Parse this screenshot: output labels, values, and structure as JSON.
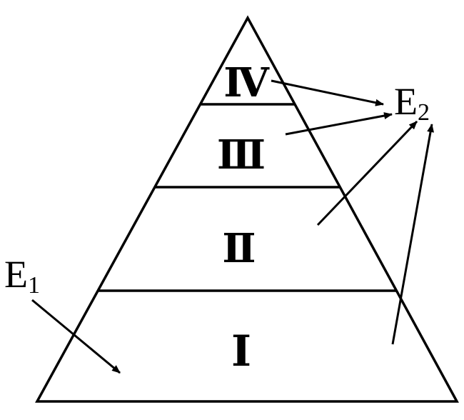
{
  "title": "Energy pyramid",
  "levels": [
    {
      "label": "Ⅰ"
    },
    {
      "label": "Ⅱ"
    },
    {
      "label": "Ⅲ"
    },
    {
      "label": "Ⅳ"
    }
  ],
  "inputs": {
    "e1_main": "E",
    "e1_sub": "1"
  },
  "outputs": {
    "e2_main": "E",
    "e2_sub": "2"
  },
  "colors": {
    "stroke": "#000000",
    "background": "#ffffff"
  }
}
